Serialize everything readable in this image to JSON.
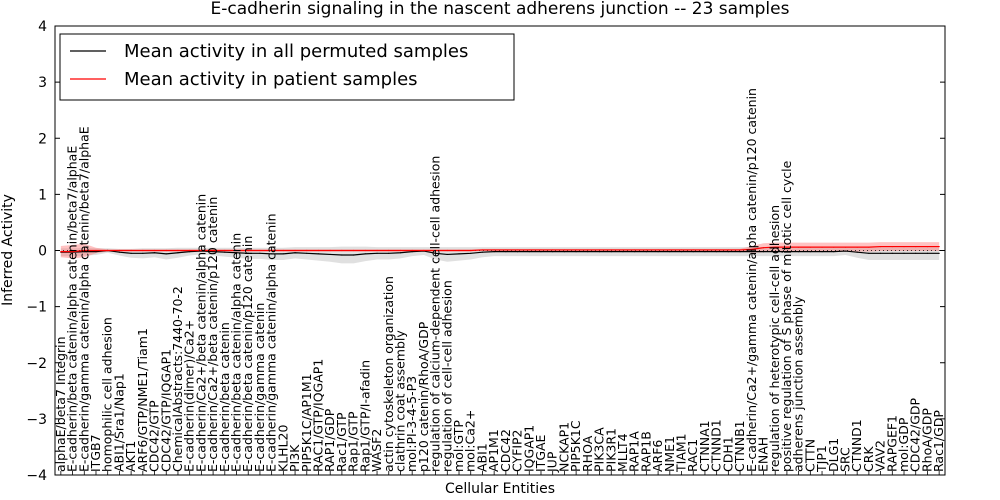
{
  "chart_data": {
    "type": "line",
    "title": "E-cadherin signaling in the nascent adherens junction -- 23 samples",
    "xlabel": "Cellular Entities",
    "ylabel": "Inferred Activity",
    "ylim": [
      -4,
      4
    ],
    "yticks": [
      -4,
      -3,
      -2,
      -1,
      0,
      1,
      2,
      3,
      4
    ],
    "ytick_labels": [
      "−4",
      "−3",
      "−2",
      "−1",
      "0",
      "1",
      "2",
      "3",
      "4"
    ],
    "grid": false,
    "legend_position": "top-left",
    "colors": {
      "permuted": "#000000",
      "patient": "#ff0000",
      "permuted_band": "#bbbbbb",
      "patient_band": "#ff7777"
    },
    "categories": [
      "alphaE/beta7 Integrin",
      "E-cadherin/beta catenin/alpha catenin/beta7/alphaE",
      "E-cadherin/gamma catenin/alpha catenin/beta7/alphaE",
      "ITGB7",
      "homophilic cell adhesion",
      "ABI1/Sra1/Nap1",
      "AKT1",
      "ARF6/GTP/NME1/Tiam1",
      "CDC42/GTP",
      "CDC42/GTP/IQGAP1",
      "ChemicalAbstracts:7440-70-2",
      "E-cadherin(dimer)/Ca2+",
      "E-cadherin/Ca2+/beta catenin/alpha catenin",
      "E-cadherin/Ca2+/beta catenin/p120 catenin",
      "E-cadherin/beta catenin",
      "E-cadherin/beta catenin/alpha catenin",
      "E-cadherin/beta catenin/p120 catenin",
      "E-cadherin/gamma catenin",
      "E-cadherin/gamma catenin/alpha catenin",
      "KLHL20",
      "PI3K",
      "PIP5K1C/AP1M1",
      "RAC1/GTP/IQGAP1",
      "RAP1/GDP",
      "Rac1/GTP",
      "Rap1/GTP",
      "Rap1/GTP/I-afadin",
      "WASF2",
      "actin cytoskeleton organization",
      "clathrin coat assembly",
      "mol:PI-3-4-5-P3",
      "p120 catenin/RhoA/GDP",
      "regulation of calcium-dependent cell-cell adhesion",
      "regulation of cell-cell adhesion",
      "mol:GTP",
      "mol:Ca2+",
      "ABI1",
      "AP1M1",
      "CDC42",
      "CYFIP2",
      "IQGAP1",
      "ITGAE",
      "JUP",
      "NCKAP1",
      "PIP5K1C",
      "RHOA",
      "PIK3CA",
      "PIK3R1",
      "MLLT4",
      "RAP1A",
      "RAP1B",
      "ARF6",
      "NME1",
      "TIAM1",
      "RAC1",
      "CTNNA1",
      "CTNND1",
      "CDH1",
      "CTNNB1",
      "E-cadherin/Ca2+/gamma catenin/alpha catenin/p120 catenin",
      "ENAH",
      "regulation of heterotypic cell-cell adhesion",
      "positive regulation of S phase of mitotic cell cycle",
      "adherens junction assembly",
      "CTTN",
      "TJP1",
      "DLG1",
      "SRC",
      "CTNND1",
      "CRK",
      "VAV2",
      "RAPGEF1",
      "mol:GDP",
      "CDC42/GDP",
      "RhoA/GDP",
      "Rac1/GDP"
    ],
    "series": [
      {
        "name": "Mean activity in all permuted samples",
        "values": [
          -0.03,
          -0.03,
          -0.02,
          -0.02,
          0.0,
          -0.03,
          -0.05,
          -0.05,
          -0.04,
          -0.06,
          -0.04,
          -0.02,
          -0.01,
          -0.02,
          -0.03,
          -0.04,
          -0.05,
          -0.05,
          -0.06,
          -0.06,
          -0.04,
          -0.05,
          -0.06,
          -0.07,
          -0.08,
          -0.08,
          -0.06,
          -0.05,
          -0.05,
          -0.04,
          -0.02,
          -0.01,
          -0.05,
          -0.07,
          -0.06,
          -0.05,
          -0.03,
          -0.02,
          -0.02,
          -0.02,
          -0.02,
          -0.02,
          -0.02,
          -0.02,
          -0.02,
          -0.02,
          -0.02,
          -0.02,
          -0.02,
          -0.02,
          -0.02,
          -0.02,
          -0.02,
          -0.02,
          -0.02,
          -0.02,
          -0.02,
          -0.02,
          -0.02,
          -0.02,
          -0.02,
          -0.02,
          -0.02,
          -0.02,
          -0.02,
          -0.02,
          -0.02,
          -0.01,
          -0.03,
          -0.05,
          -0.05,
          -0.05,
          -0.05,
          -0.05,
          -0.05,
          -0.05
        ],
        "band_half_width": [
          0.07,
          0.07,
          0.07,
          0.06,
          0.04,
          0.06,
          0.08,
          0.09,
          0.08,
          0.1,
          0.09,
          0.07,
          0.06,
          0.07,
          0.08,
          0.09,
          0.1,
          0.1,
          0.11,
          0.11,
          0.1,
          0.11,
          0.12,
          0.13,
          0.15,
          0.15,
          0.13,
          0.11,
          0.11,
          0.1,
          0.08,
          0.07,
          0.11,
          0.13,
          0.12,
          0.11,
          0.09,
          0.08,
          0.08,
          0.08,
          0.08,
          0.08,
          0.08,
          0.08,
          0.08,
          0.08,
          0.08,
          0.08,
          0.08,
          0.08,
          0.08,
          0.08,
          0.08,
          0.08,
          0.08,
          0.08,
          0.08,
          0.08,
          0.08,
          0.08,
          0.08,
          0.08,
          0.08,
          0.08,
          0.08,
          0.08,
          0.08,
          0.07,
          0.1,
          0.12,
          0.12,
          0.12,
          0.12,
          0.12,
          0.12,
          0.12
        ]
      },
      {
        "name": "Mean activity in patient samples",
        "values": [
          -0.02,
          -0.02,
          0.0,
          0.0,
          0.0,
          0.0,
          0.0,
          0.0,
          0.0,
          0.0,
          0.0,
          0.0,
          0.0,
          0.0,
          0.0,
          0.0,
          0.0,
          0.0,
          0.0,
          0.0,
          0.0,
          0.0,
          0.0,
          0.0,
          0.0,
          0.0,
          0.0,
          0.0,
          0.0,
          0.0,
          0.0,
          0.0,
          0.0,
          0.0,
          0.0,
          0.0,
          0.01,
          0.01,
          0.01,
          0.01,
          0.01,
          0.01,
          0.01,
          0.01,
          0.01,
          0.01,
          0.01,
          0.01,
          0.01,
          0.01,
          0.01,
          0.01,
          0.01,
          0.01,
          0.01,
          0.01,
          0.01,
          0.01,
          0.01,
          0.02,
          0.05,
          0.06,
          0.06,
          0.06,
          0.06,
          0.06,
          0.06,
          0.06,
          0.06,
          0.06,
          0.07,
          0.07,
          0.07,
          0.07,
          0.07,
          0.07
        ],
        "band_half_width": [
          0.1,
          0.12,
          0.12,
          0.05,
          0.02,
          0.02,
          0.02,
          0.02,
          0.02,
          0.02,
          0.02,
          0.02,
          0.02,
          0.02,
          0.02,
          0.02,
          0.02,
          0.02,
          0.02,
          0.02,
          0.02,
          0.02,
          0.02,
          0.02,
          0.02,
          0.02,
          0.02,
          0.02,
          0.02,
          0.02,
          0.02,
          0.02,
          0.02,
          0.02,
          0.02,
          0.02,
          0.02,
          0.02,
          0.02,
          0.02,
          0.02,
          0.02,
          0.02,
          0.02,
          0.02,
          0.02,
          0.02,
          0.02,
          0.02,
          0.02,
          0.02,
          0.02,
          0.02,
          0.02,
          0.02,
          0.02,
          0.02,
          0.02,
          0.02,
          0.06,
          0.08,
          0.08,
          0.08,
          0.08,
          0.08,
          0.08,
          0.08,
          0.08,
          0.08,
          0.08,
          0.08,
          0.08,
          0.08,
          0.08,
          0.08,
          0.08
        ]
      }
    ]
  }
}
